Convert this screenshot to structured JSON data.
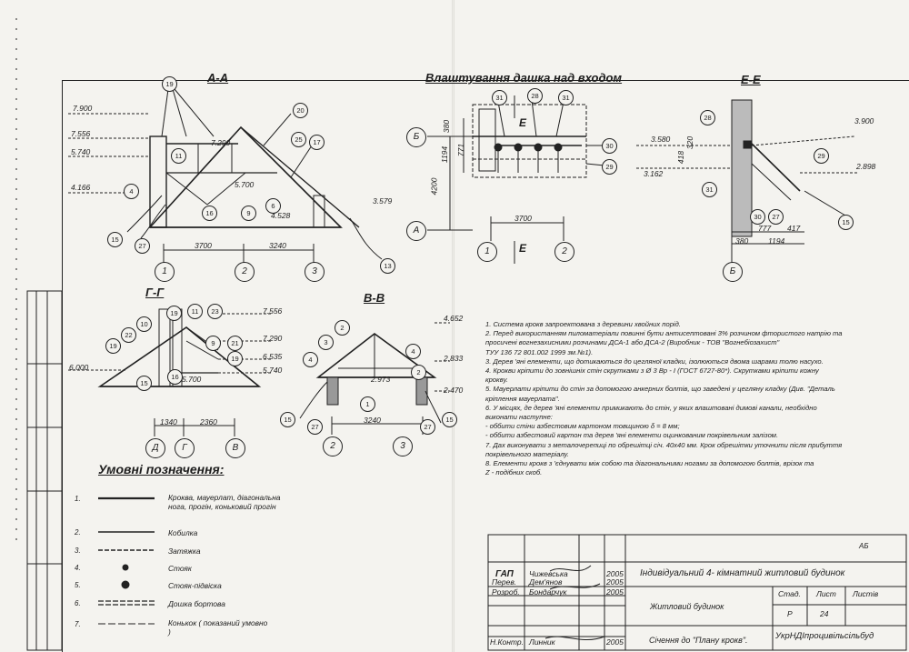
{
  "views": {
    "aa": {
      "title": "А-А"
    },
    "canopy": {
      "title": "Влаштування дашка над входом"
    },
    "ee": {
      "title": "Е-Е"
    },
    "gg": {
      "title": "Г-Г"
    },
    "vv": {
      "title": "В-В"
    }
  },
  "aa_dims": {
    "d1": "7.900",
    "d2": "7.556",
    "d3": "5.740",
    "d4": "4.166",
    "d5": "7.290",
    "d6": "5.700",
    "d7": "4.528",
    "d8": "3.579",
    "span1": "3700",
    "span2": "3240"
  },
  "aa_callouts": {
    "c19": "19",
    "c20": "20",
    "c25": "25",
    "c17": "17",
    "c11": "11",
    "c16": "16",
    "c15": "15",
    "c27": "27",
    "c9": "9",
    "c6": "6",
    "c4": "4",
    "c13": "13"
  },
  "aa_axes": {
    "a1": "1",
    "a2": "2",
    "a3": "3"
  },
  "canopy_dims": {
    "h380": "380",
    "h1194": "1194",
    "h771": "771",
    "h4200": "4200",
    "w3700": "3700"
  },
  "canopy_callouts": {
    "c31a": "31",
    "c28": "28",
    "c31b": "31",
    "c30": "30",
    "c29": "29"
  },
  "canopy_axes": {
    "b": "Б",
    "a": "А",
    "n1": "1",
    "n2": "2"
  },
  "canopy_sections": {
    "e_top": "Е",
    "e_bot": "Е"
  },
  "ee_dims": {
    "d3580": "3.580",
    "d3900": "3.900",
    "d418": "418",
    "d320": "320",
    "d3162": "3.162",
    "d2898": "2.898",
    "d777": "777",
    "d417": "417",
    "d380": "380",
    "d1194": "1194"
  },
  "ee_callouts": {
    "c28": "28",
    "c29": "29",
    "c31": "31",
    "c30": "30",
    "c27": "27",
    "c15": "15"
  },
  "ee_axis": {
    "b": "Б"
  },
  "gg_dims": {
    "d7556": "7.556",
    "d7290": "7.290",
    "d6535": "6.535",
    "d5740": "5.740",
    "d6000": "6.000",
    "d5700": "5.700",
    "w1340": "1340",
    "w2360": "2360"
  },
  "gg_callouts": {
    "c10": "10",
    "c19a": "19",
    "c11": "11",
    "c23": "23",
    "c22": "22",
    "c19b": "19",
    "c9": "9",
    "c21": "21",
    "c19c": "19",
    "c16": "16",
    "c15": "15"
  },
  "gg_axes": {
    "d": "Д",
    "g": "Г",
    "v": "В"
  },
  "vv_dims": {
    "d4652": "4.652",
    "d2833": "2.833",
    "d2973": "2.973",
    "d2470": "2.470",
    "w3240": "3240"
  },
  "vv_callouts": {
    "c2a": "2",
    "c3": "3",
    "c4a": "4",
    "c2b": "2",
    "c4b": "4",
    "c1": "1",
    "c15a": "15",
    "c27a": "27",
    "c27b": "27",
    "c15b": "15"
  },
  "vv_axes": {
    "a2": "2",
    "a3": "3"
  },
  "notes": [
    "1. Система крокв запроектована з деревини хвойних порід.",
    "2. Перед використанням пиломатеріали повинні бути антисептовані 3% розчином фтористого натрію та",
    "просичені вогнезахисними розчинами ДСА-1 або ДСА-2 (Виробник - ТОВ \"Вогнебіозахист\"",
    "ТУУ 136 72 801.002 1999 зм.№1).",
    "3. Дерев 'яні елементи, що дотикаються до цегляної кладки, ізолюються двома шарами толю насухо.",
    "4. Крокви кріпити до зовнішніх стін скрутками з Ø 3 Вр - І (ГОСТ 6727-80*). Скрутками кріпити кожну",
    "кроквy.",
    "5. Мауерлати кріпити до стін за допомогою анкерних болтів, що заведені у цегляну кладку (Див. \"Деталь",
    "кріплення мауерлата\".",
    "6. У місцях, де дерев 'яні елементи примикають до стін, у яких влаштовані димові канали, необхідно",
    "виконати наступне:",
    "- оббити стіни азбестовим картоном товщиною δ = 8 мм;",
    "- оббити азбестовий картон та дерев 'яні елементи оцинкованим покрівельним залізом.",
    "7. Дах виконувати з металочерепиці по обрешітці січ. 40х40 мм. Крок обрешітки уточнити після прибуття",
    "покрівельного матеріалу.",
    "8. Елементи крокв з 'єднувати між собою та діагональними ногами за допомогою болтів, врізок та",
    "Z - подібних скоб."
  ],
  "legend": {
    "title": "Умовні позначення:",
    "items": [
      {
        "num": "1.",
        "label": "Кроква, мауерлат, діагональна нога, прогін, коньковий прогін"
      },
      {
        "num": "2.",
        "label": "Кобилка"
      },
      {
        "num": "3.",
        "label": "Затяжка"
      },
      {
        "num": "4.",
        "label": "Стояк"
      },
      {
        "num": "5.",
        "label": "Стояк-підвіска"
      },
      {
        "num": "6.",
        "label": "Дошка бортова"
      },
      {
        "num": "7.",
        "label": "Конькок ( показаний умовно )"
      }
    ]
  },
  "title_block": {
    "ab": "АБ",
    "gap_role": "ГАП",
    "gap_name": "Чижевська",
    "gap_year": "2005",
    "per_role": "Перев.",
    "per_name": "Дем'янов",
    "per_year": "2005",
    "roz_role": "Розроб.",
    "roz_name": "Бондарчук",
    "roz_year": "2005",
    "nk_role": "Н.Контр.",
    "nk_name": "Линник",
    "nk_year": "2005",
    "project": "Індивідуальний 4- кімнатний житловий будинок",
    "building": "Житловий будинок",
    "stage_h": "Стад.",
    "sheet_h": "Лист",
    "sheets_h": "Листів",
    "stage": "Р",
    "sheet": "24",
    "drawing": "Січення до \"Плану крокв\".",
    "org": "УкрНДІпроцивільсільбуд"
  }
}
